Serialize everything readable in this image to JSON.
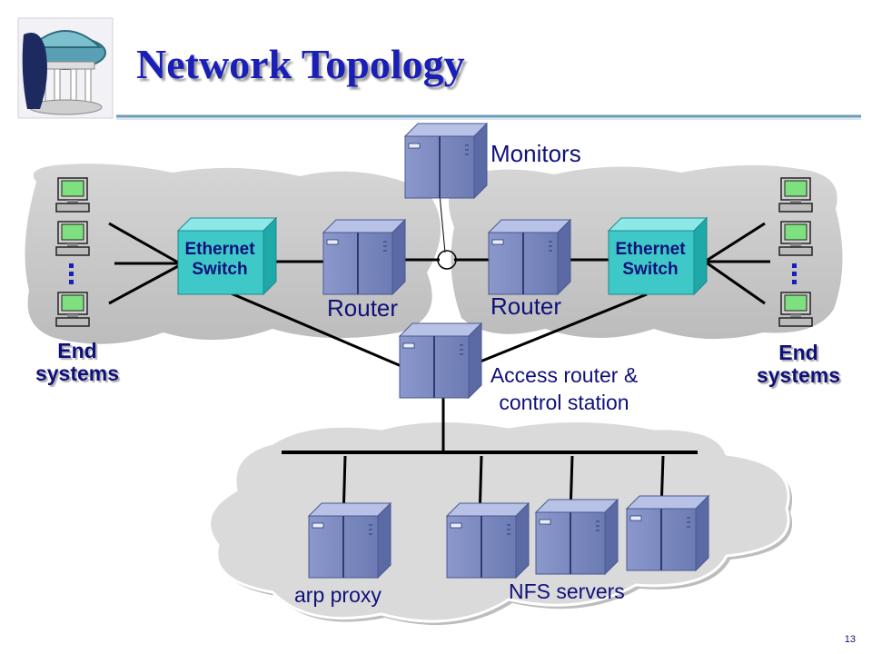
{
  "slide": {
    "title": "Network Topology",
    "page_number": "13"
  },
  "diagram": {
    "monitors_label": "Monitors",
    "router_left_label": "Router",
    "router_right_label": "Router",
    "switch_left_label": "Ethernet Switch",
    "switch_right_label": "Ethernet Switch",
    "end_systems_left_line1": "End",
    "end_systems_left_line2": "systems",
    "end_systems_right_line1": "End",
    "end_systems_right_line2": "systems",
    "access_router_line1": "Access router &",
    "access_router_line2": "control station",
    "arp_proxy_label": "arp proxy",
    "nfs_servers_label": "NFS servers"
  },
  "icons": {
    "logo": "old-well-icon",
    "server": "server-icon",
    "computer": "computer-icon",
    "switch": "switch-icon",
    "cloud": "cloud-icon"
  },
  "colors": {
    "title": "#1a1fb8",
    "label": "#10107a",
    "cloud": "#c8c8c8",
    "server": "#7b89c0",
    "switch": "#3ec8c8",
    "line": "#000000"
  }
}
